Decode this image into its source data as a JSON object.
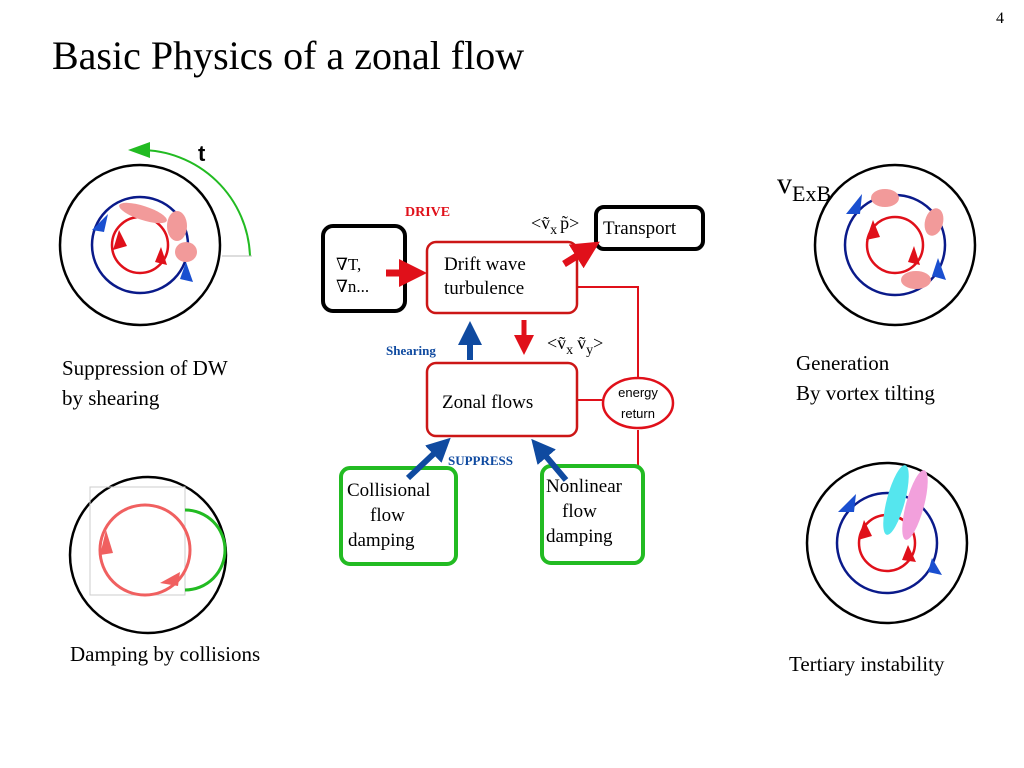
{
  "page_number": "4",
  "title": "Basic Physics of a zonal flow",
  "panels": {
    "top_left": {
      "time_label": "t",
      "caption_line1": "Suppression of DW",
      "caption_line2": "by shearing"
    },
    "bottom_left": {
      "caption": "Damping by collisions"
    },
    "top_right": {
      "velocity_label_main": "v",
      "velocity_label_sub": "ExB",
      "caption_line1": "Generation",
      "caption_line2": "By vortex tilting"
    },
    "bottom_right": {
      "caption": "Tertiary instability"
    }
  },
  "flowchart": {
    "drive_label": "DRIVE",
    "gradients_line1": "∇T,",
    "gradients_line2": "∇n...",
    "drift_wave_line1": "Drift wave",
    "drift_wave_line2": "turbulence",
    "transport": "Transport",
    "flux_vx": "<ṽ",
    "flux_vx_sub": "x",
    "flux_p": "p̃>",
    "stress_vx": "<ṽ",
    "stress_vx_sub": "x",
    "stress_vy": "ṽ",
    "stress_vy_sub": "y",
    "stress_close": ">",
    "shearing_label": "Shearing",
    "zonal_flows": "Zonal flows",
    "energy_return_line1": "energy",
    "energy_return_line2": "return",
    "suppress_label": "SUPPRESS",
    "collisional_line1": "Collisional",
    "collisional_line2": "flow",
    "collisional_line3": "damping",
    "nonlinear_line1": "Nonlinear",
    "nonlinear_line2": "flow",
    "nonlinear_line3": "damping"
  },
  "colors": {
    "red": "#e0101a",
    "blue": "#0f4aa0",
    "green": "#22bb22",
    "navy": "#0a1a8a",
    "pink": "#f29a9a",
    "cyan": "#55e6ee"
  }
}
